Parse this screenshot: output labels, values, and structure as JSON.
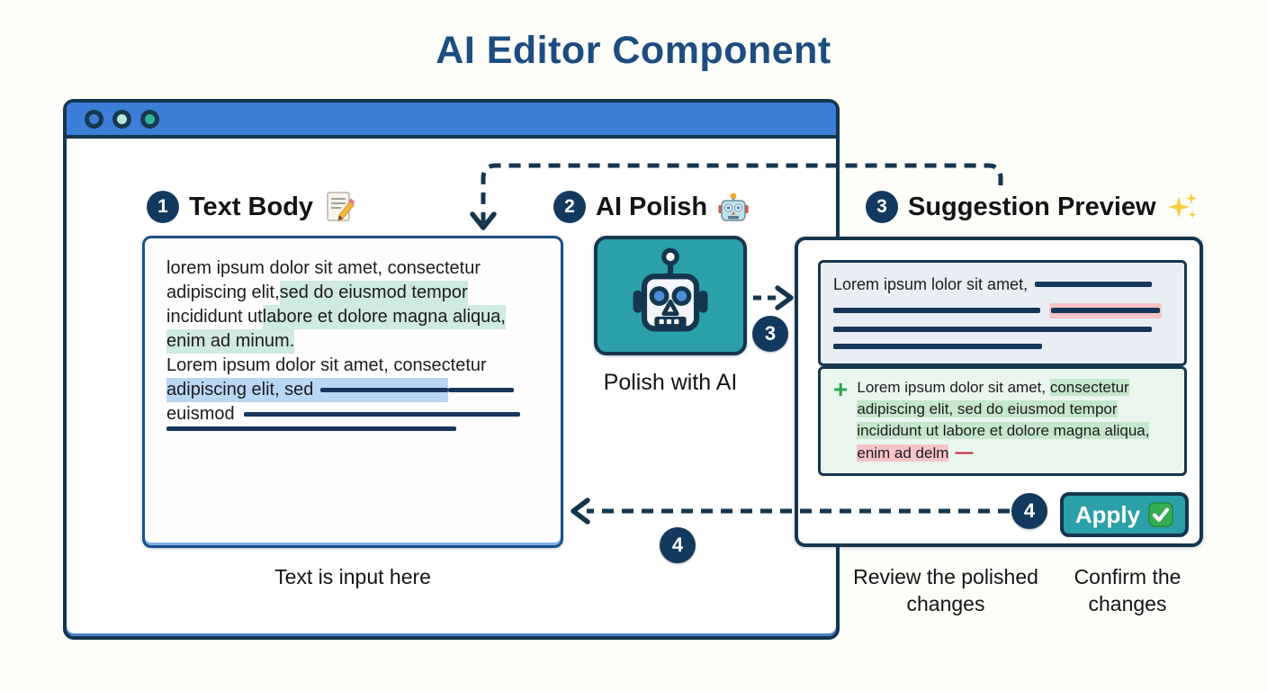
{
  "title": "AI Editor Component",
  "steps": {
    "text_body": {
      "badge": "1",
      "label": "Text Body",
      "icon": "memo-icon",
      "caption": "Text is input here",
      "line1": "lorem ipsum dolor sit amet, consectetur",
      "line2_plain": "adipiscing elit, ",
      "line2_hl": "sed do eiusmod tempor",
      "line3_plain": "incididunt ut ",
      "line3_hl": "labore et dolore magna aliqua,",
      "line4_hl": "enim ad minum.",
      "line5": "Lorem ipsum dolor sit amet, consectetur",
      "line6_hl": "adipiscing elit, sed",
      "line7": "euismod"
    },
    "ai_polish": {
      "badge": "2",
      "label": "AI Polish",
      "icon": "robot-icon",
      "button_caption": "Polish with AI"
    },
    "suggestion_preview": {
      "badge": "3",
      "label": "Suggestion Preview",
      "icon": "sparkles-icon",
      "original_line1": "Lorem ipsum lolor sit amet,",
      "diff": {
        "plus": "+",
        "line1_plain": "Lorem ipsum dolor sit amet, ",
        "line1_hl": "consectetur",
        "line2_hl": "adipiscing elit, sed do eiusmod tempor",
        "line3_hl": "incididunt ut labore et dolore magna aliqua,",
        "line4_hl": "enim ad delm",
        "minus": "—"
      },
      "apply_label": "Apply",
      "caption_review": "Review the polished changes",
      "caption_confirm": "Confirm the changes"
    }
  },
  "connectors": {
    "step3_badge": "3",
    "step4_badge": "4"
  },
  "colors": {
    "title_text": "#1c4d80",
    "border_navy": "#15364f",
    "bar_navy": "#17365c",
    "titlebar_blue": "#3d7ed9",
    "teal_button": "#2ba0a8",
    "highlight_teal": "#cfe9e3",
    "highlight_blue": "#b9d6f2",
    "highlight_green": "#c5e7cb",
    "highlight_pink": "#f6c3c6",
    "panel_blue_gray": "#e9eef5",
    "panel_green": "#e9f6ee",
    "plus_green": "#2da44e",
    "minus_red": "#cc2330",
    "traffic_light_mint": "#b9e7da",
    "traffic_light_teal": "#2fb39b"
  }
}
